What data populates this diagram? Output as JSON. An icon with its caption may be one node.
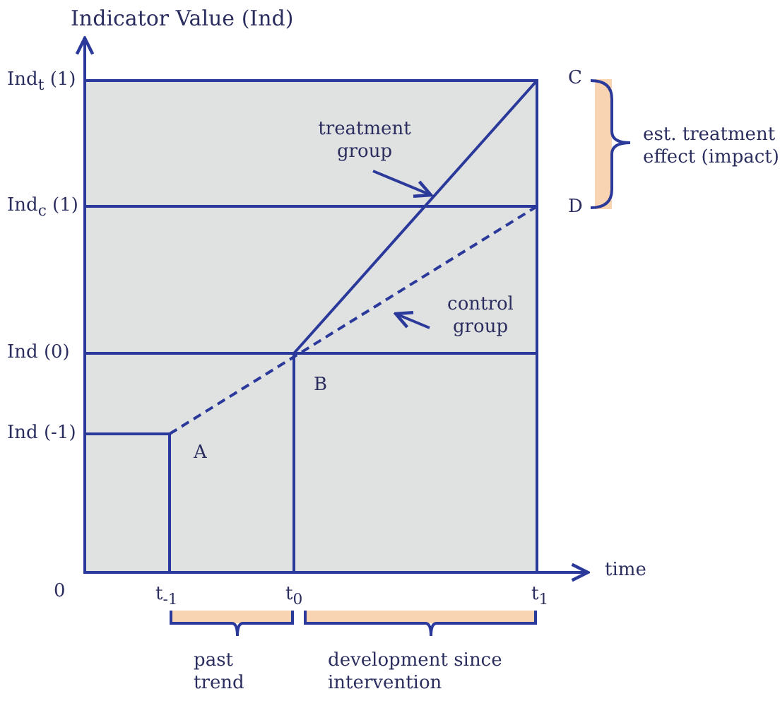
{
  "diagram": {
    "nodes": [
      {
        "text": [
          "treatment group"
        ]
      },
      {
        "text": [
          "control group"
        ]
      }
    ],
    "edges": [
      {
        "from": 0,
        "to": null,
        "arrow": "to"
      },
      {
        "from": 1,
        "to": null,
        "arrow": "to"
      }
    ],
    "labels": [
      "Indicator Value (Ind)",
      "Ind$_{t}$ (1)",
      "C",
      "est. treatment effect (impact)",
      "Ind$_{c}$ (1)",
      "D",
      "Ind (0)",
      "B",
      "Ind (-1)",
      "A",
      "0",
      "t$_{-1}$",
      "t$_{0}$",
      "t$_{1}$",
      "time",
      "past trend",
      "development since intervention"
    ]
  }
}
